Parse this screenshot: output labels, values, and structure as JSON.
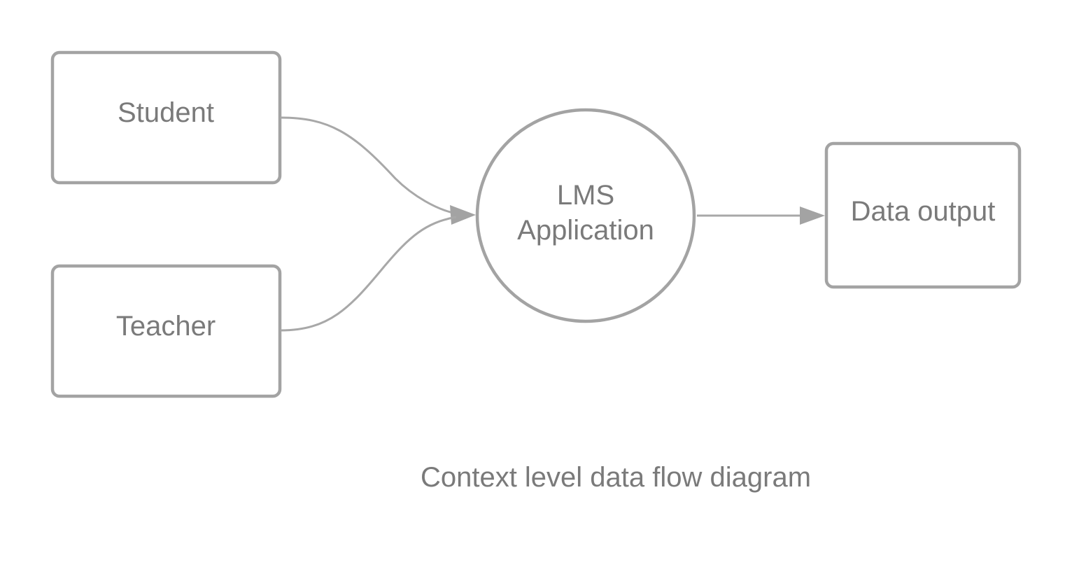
{
  "diagram": {
    "entities": {
      "student": "Student",
      "teacher": "Teacher",
      "output": "Data output"
    },
    "process": {
      "line1": "LMS",
      "line2": "Application"
    },
    "caption": "Context level data flow diagram"
  }
}
